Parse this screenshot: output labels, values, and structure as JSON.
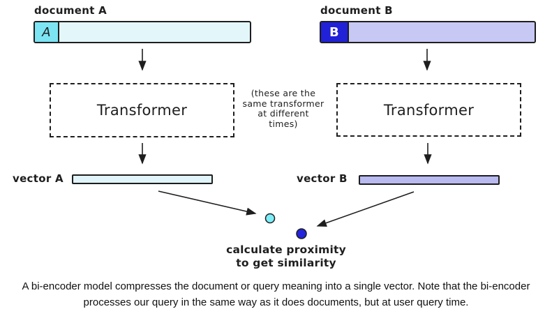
{
  "diagram": {
    "document_a": {
      "label": "document A",
      "token": "A"
    },
    "document_b": {
      "label": "document B",
      "token": "B"
    },
    "transformer_left_label": "Transformer",
    "transformer_right_label": "Transformer",
    "note_lines": [
      "(these are the",
      "same transformer",
      "at different",
      "times)"
    ],
    "vector_a_label": "vector A",
    "vector_b_label": "vector B",
    "proximity_lines": [
      "calculate proximity",
      "to get similarity"
    ],
    "colors": {
      "document_a_token_fill": "#7de4f3",
      "document_a_bar_fill": "#e3f7fb",
      "document_b_token_fill": "#2121d8",
      "document_b_bar_fill": "#c7c8f4",
      "vector_a_fill": "#e0f4f9",
      "vector_b_fill": "#b9baf0",
      "dot_a_fill": "#7deef8",
      "dot_b_fill": "#2424dc",
      "stroke": "#1e1e1e"
    }
  },
  "caption": {
    "line1": "A bi-encoder model compresses the document or query meaning into a single vector. Note that the bi-encoder",
    "line2": "processes our query in the same way as it does documents, but at user query time."
  }
}
